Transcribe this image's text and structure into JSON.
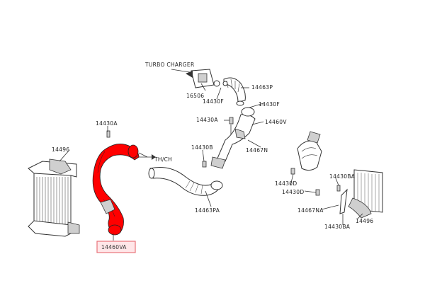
{
  "labels": {
    "turbo_charger": "TURBO CHARGER",
    "th_ch": "TH/CH",
    "p16506": "16506",
    "p14463P": "14463P",
    "p14430F_a": "14430F",
    "p14430F_b": "14430F",
    "p14430A_a": "14430A",
    "p14430A_b": "14430A",
    "p14460V": "14460V",
    "p14430B": "14430B",
    "p14467N": "14467N",
    "p14496_a": "14496",
    "p14496_b": "14496",
    "p14463PA": "14463PA",
    "p14460VA": "14460VA",
    "p14430BA_a": "14430BA",
    "p14430BA_b": "14430BA",
    "p14430D_a": "14430D",
    "p14430D_b": "14430D",
    "p14467NA": "14467NA"
  },
  "colors": {
    "highlight": "#ff0000",
    "highlight_box": "#e8737a",
    "line": "#333333"
  }
}
